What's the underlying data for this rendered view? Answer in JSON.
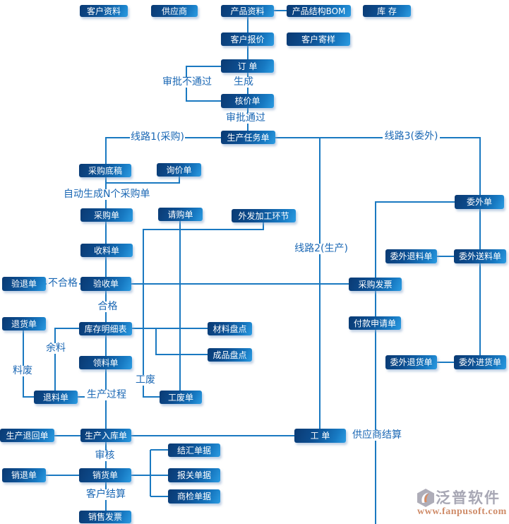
{
  "nodes": {
    "customer_data": {
      "label": "客户资料"
    },
    "supplier": {
      "label": "供应商"
    },
    "product_data": {
      "label": "产品资料"
    },
    "product_bom": {
      "label": "产品结构BOM"
    },
    "inventory": {
      "label": "库 存"
    },
    "customer_quote": {
      "label": "客户报价"
    },
    "customer_sample": {
      "label": "客户寄样"
    },
    "order": {
      "label": "订 单"
    },
    "price_check": {
      "label": "核价单"
    },
    "production_task": {
      "label": "生产任务单"
    },
    "purchase_draft": {
      "label": "采购底稿"
    },
    "inquiry": {
      "label": "询价单"
    },
    "purchase_order": {
      "label": "采购单"
    },
    "purchase_request": {
      "label": "请购单"
    },
    "outsourced_processing": {
      "label": "外发加工环节"
    },
    "receiving": {
      "label": "收料单"
    },
    "outsource_order": {
      "label": "委外单"
    },
    "outsource_material_return": {
      "label": "委外退料单"
    },
    "outsource_material_send": {
      "label": "委外送料单"
    },
    "inspection_return": {
      "label": "验退单"
    },
    "acceptance": {
      "label": "验收单"
    },
    "purchase_invoice": {
      "label": "采购发票"
    },
    "goods_return": {
      "label": "退货单"
    },
    "inventory_detail": {
      "label": "库存明细表"
    },
    "material_count": {
      "label": "材料盘点"
    },
    "payment_request": {
      "label": "付款申请单"
    },
    "finished_count": {
      "label": "成品盘点"
    },
    "material_requisition": {
      "label": "领料单"
    },
    "outsource_goods_return": {
      "label": "委外退货单"
    },
    "outsource_goods_in": {
      "label": "委外进货单"
    },
    "material_return": {
      "label": "退料单"
    },
    "work_waste_order": {
      "label": "工废单"
    },
    "production_return": {
      "label": "生产退回单"
    },
    "production_in": {
      "label": "生产入库单"
    },
    "work_order": {
      "label": "工 单"
    },
    "sales_return": {
      "label": "销退单"
    },
    "sales_order": {
      "label": "销货单"
    },
    "settlement_doc": {
      "label": "结汇单据"
    },
    "customs_doc": {
      "label": "报关单据"
    },
    "inspection_doc": {
      "label": "商检单据"
    },
    "sales_invoice": {
      "label": "销售发票"
    }
  },
  "labels": {
    "approve_fail": {
      "text": "审批不通过"
    },
    "generate": {
      "text": "生成"
    },
    "approve_pass": {
      "text": "审批通过"
    },
    "line1": {
      "text": "线路1(采购)"
    },
    "line3": {
      "text": "线路3(委外)"
    },
    "auto_generate": {
      "text": "自动生成N个采购单"
    },
    "line2": {
      "text": "线路2(生产)"
    },
    "unqualified": {
      "text": "不合格"
    },
    "qualified": {
      "text": "合格"
    },
    "surplus": {
      "text": "余料"
    },
    "scrap": {
      "text": "料废"
    },
    "work_scrap": {
      "text": "工废"
    },
    "production_process": {
      "text": "生产过程"
    },
    "supplier_settlement": {
      "text": "供应商结算"
    },
    "audit": {
      "text": "审核"
    },
    "customer_settlement": {
      "text": "客户结算"
    }
  },
  "watermark": {
    "brand": "泛普软件",
    "url": "www.fanpusoft.com"
  },
  "colors": {
    "connector": "#1a79c1",
    "label_text": "#1a67b4",
    "node_gradient_dark": "#0a3a73",
    "node_gradient_light": "#2b9ce2",
    "watermark_gray": "#9c9baa",
    "watermark_orange": "#c97c54"
  }
}
